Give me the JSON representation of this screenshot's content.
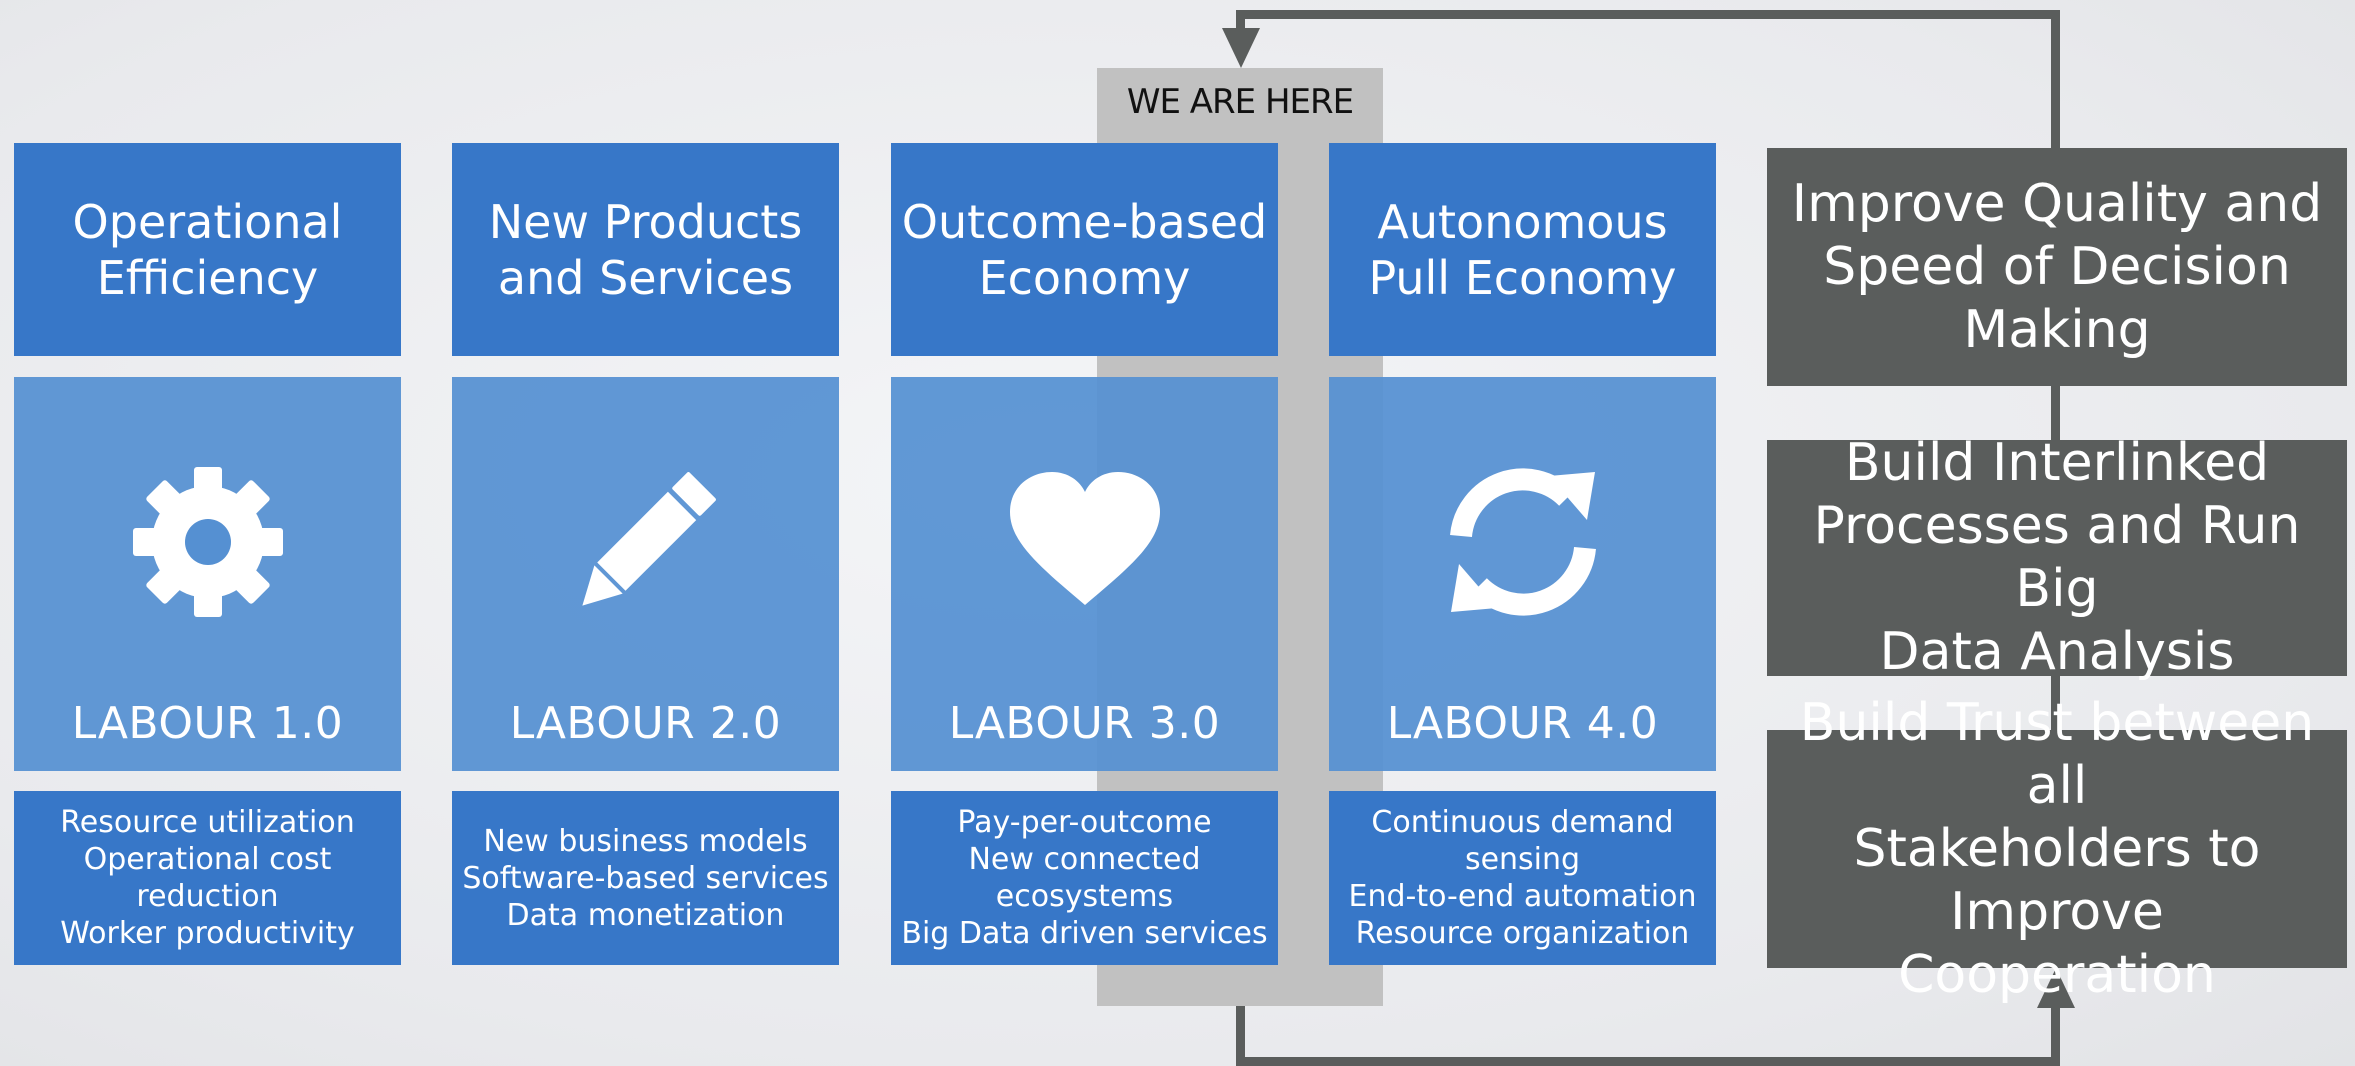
{
  "marker": {
    "label": "WE ARE HERE"
  },
  "stages": [
    {
      "title": "Operational\nEfficiency",
      "icon": "gear-icon",
      "label": "LABOUR 1.0",
      "points": [
        "Resource utilization",
        "Operational cost reduction",
        "Worker productivity"
      ]
    },
    {
      "title": "New Products\nand Services",
      "icon": "pencil-icon",
      "label": "LABOUR 2.0",
      "points": [
        "New business models",
        "Software-based services",
        "Data monetization"
      ]
    },
    {
      "title": "Outcome-based\nEconomy",
      "icon": "heart-icon",
      "label": "LABOUR 3.0",
      "points": [
        "Pay-per-outcome",
        "New connected ecosystems",
        "Big Data driven services"
      ]
    },
    {
      "title": "Autonomous\nPull Economy",
      "icon": "refresh-icon",
      "label": "LABOUR 4.0",
      "points": [
        "Continuous demand sensing",
        "End-to-end automation",
        "Resource organization"
      ]
    }
  ],
  "goals": [
    "Improve Quality and\nSpeed of Decision\nMaking",
    "Build Interlinked\nProcesses and Run Big\nData Analysis",
    "Build Trust between all\nStakeholders to Improve\nCooperation"
  ],
  "colors": {
    "stage_blue": "#3777c8",
    "icon_panel_blue": "#5590d2",
    "goal_gray": "#5a5d5c",
    "marker_gray": "#c1c1c1"
  }
}
